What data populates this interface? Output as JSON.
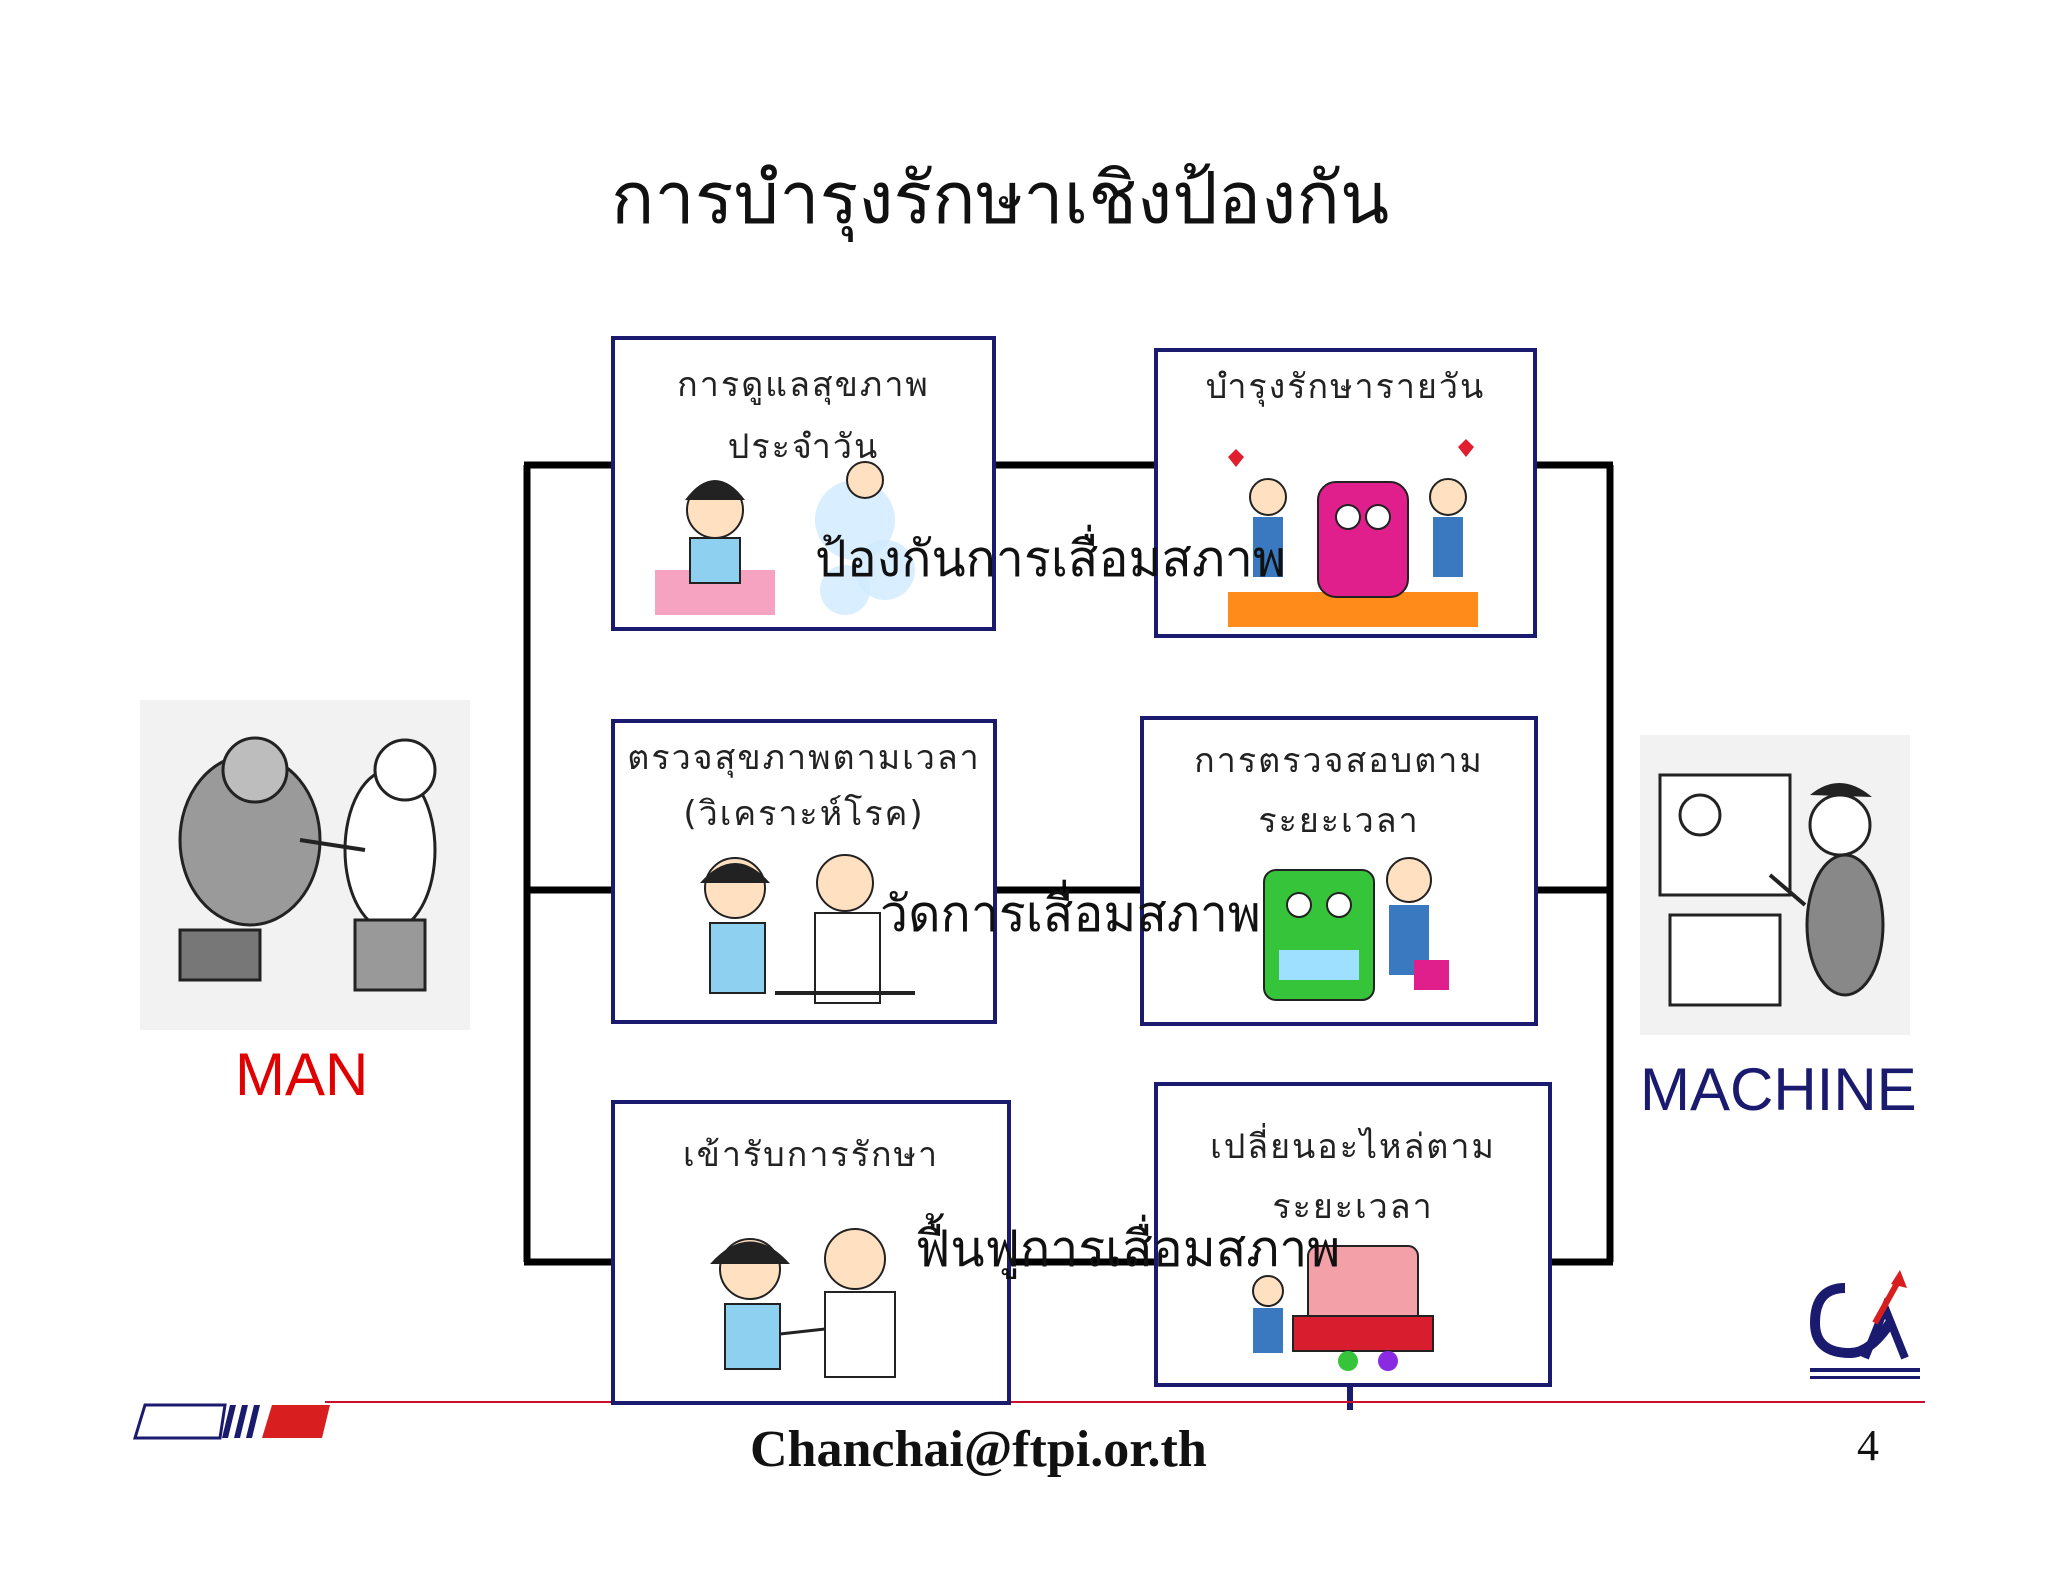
{
  "title": "การบำรุงรักษาเชิงป้องกัน",
  "man_label": "MAN",
  "machine_label": "MACHINE",
  "boxes": {
    "man_daily": {
      "line1": "การดูแลสุขภาพ",
      "line2": "ประจำวัน"
    },
    "machine_daily": {
      "line1": "บำรุงรักษารายวัน"
    },
    "man_checkup": {
      "line1": "ตรวจสุขภาพตามเวลา",
      "line2": "(วิเคราะห์โรค)"
    },
    "machine_inspect": {
      "line1": "การตรวจสอบตาม",
      "line2": "ระยะเวลา"
    },
    "man_treatment": {
      "line1": "เข้ารับการรักษา"
    },
    "machine_replace": {
      "line1": "เปลี่ยนอะไหล่ตาม",
      "line2": "ระยะเวลา"
    }
  },
  "rows": {
    "prevent": "ป้องกันการเสื่อมสภาพ",
    "measure": "วัดการเสื่อมสภาพ",
    "restore": "ฟื้นฟูการเสื่อมสภาพ"
  },
  "footer": {
    "email": "Chanchai@ftpi.or.th",
    "page": "4"
  },
  "colors": {
    "box_border": "#1a1a6e",
    "man": "#e00000",
    "machine": "#1a1a6e",
    "footer_rule": "#c8102e"
  }
}
